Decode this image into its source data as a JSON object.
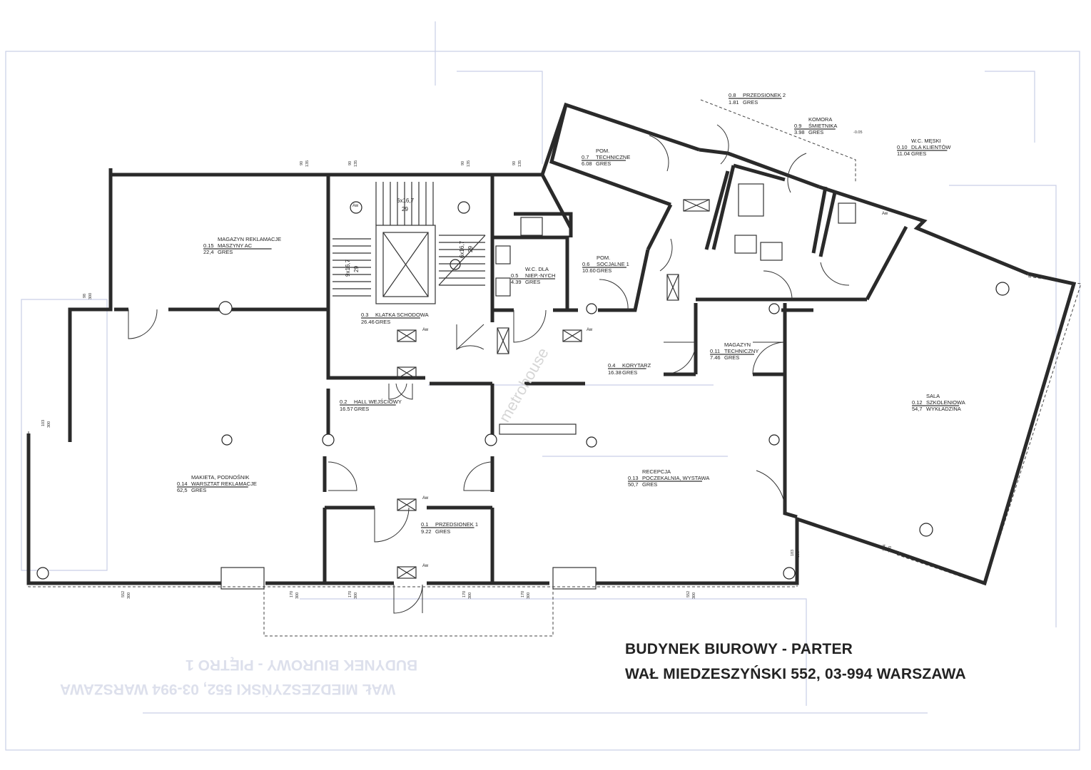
{
  "title": {
    "line1": "BUDYNEK BIUROWY - PARTER",
    "line2": "WAŁ MIEDZESZYŃSKI 552, 03-994 WARSZAWA"
  },
  "ghost_title": {
    "line1": "BUDYNEK BIUROWY - PIĘTRO 1",
    "line2": "WAŁ MIEDZESZYŃSKI 552, 03-994 WARSZAWA"
  },
  "watermark": "metrohouse",
  "rooms": [
    {
      "id": "r015",
      "no": "0.15",
      "name1": "MAGAZYN REKLAMACJE",
      "name2": "MASZYNY AC",
      "area": "22,4",
      "finish": "GRES"
    },
    {
      "id": "r03",
      "no": "0.3",
      "name1": "KLATKA SCHODOWA",
      "name2": "",
      "area": "26.46",
      "finish": "GRES"
    },
    {
      "id": "r05",
      "no": "0.5",
      "name1": "W.C. DLA",
      "name2": "NIEP.-NYCH",
      "area": "4.39",
      "finish": "GRES"
    },
    {
      "id": "r06",
      "no": "0.6",
      "name1": "POM.",
      "name2": "SOCJALNE 1",
      "area": "10.60",
      "finish": "GRES"
    },
    {
      "id": "r07",
      "no": "0.7",
      "name1": "POM.",
      "name2": "TECHNICZNE",
      "area": "6.08",
      "finish": "GRES"
    },
    {
      "id": "r08",
      "no": "0.8",
      "name1": "PRZEDSIONEK 2",
      "name2": "",
      "area": "1.81",
      "finish": "GRES"
    },
    {
      "id": "r09",
      "no": "0.9",
      "name1": "KOMORA",
      "name2": "ŚMIETNIKA",
      "area": "3.98",
      "finish": "GRES"
    },
    {
      "id": "r010",
      "no": "0.10",
      "name1": "W.C. MĘSKI",
      "name2": "DLA KLIENTÓW",
      "area": "11.04",
      "finish": "GRES"
    },
    {
      "id": "r011",
      "no": "0.11",
      "name1": "MAGAZYN",
      "name2": "TECHNICZNY",
      "area": "7.46",
      "finish": "GRES"
    },
    {
      "id": "r04",
      "no": "0.4",
      "name1": "KORYTARZ",
      "name2": "",
      "area": "16.38",
      "finish": "GRES"
    },
    {
      "id": "r012",
      "no": "0.12",
      "name1": "SALA",
      "name2": "SZKOLENIOWA",
      "area": "54,7",
      "finish": "WYKŁADZINA"
    },
    {
      "id": "r02",
      "no": "0.2",
      "name1": "HALL WEJŚCIOWY",
      "name2": "",
      "area": "16.57",
      "finish": "GRES"
    },
    {
      "id": "r014",
      "no": "0.14",
      "name1": "MAKIETA, PODNOŚNIK",
      "name2": "WARSZTAT REKLAMACJE",
      "area": "62,5",
      "finish": "GRES"
    },
    {
      "id": "r013",
      "no": "0.13",
      "name1": "RECEPCJA",
      "name2": "POCZEKALNIA, WYSTAWA",
      "area": "50,7",
      "finish": "GRES"
    },
    {
      "id": "r01",
      "no": "0.1",
      "name1": "PRZEDSIONEK 1",
      "name2": "",
      "area": "9.22",
      "finish": "GRES"
    }
  ],
  "stairs": {
    "flight1": "6x16,7",
    "flight1_b": "29",
    "flight2": "9x16,7",
    "flight2_b": "29",
    "flight3": "6x16,7",
    "flight3_b": "29"
  },
  "aw_label": "Aw",
  "level_mark": "-0.05",
  "dims": {
    "d1": "90",
    "d2": "135",
    "d3": "300",
    "d4": "170",
    "d5": "552",
    "d6": "103",
    "d7": "98",
    "d8": "354",
    "d9": "183"
  }
}
